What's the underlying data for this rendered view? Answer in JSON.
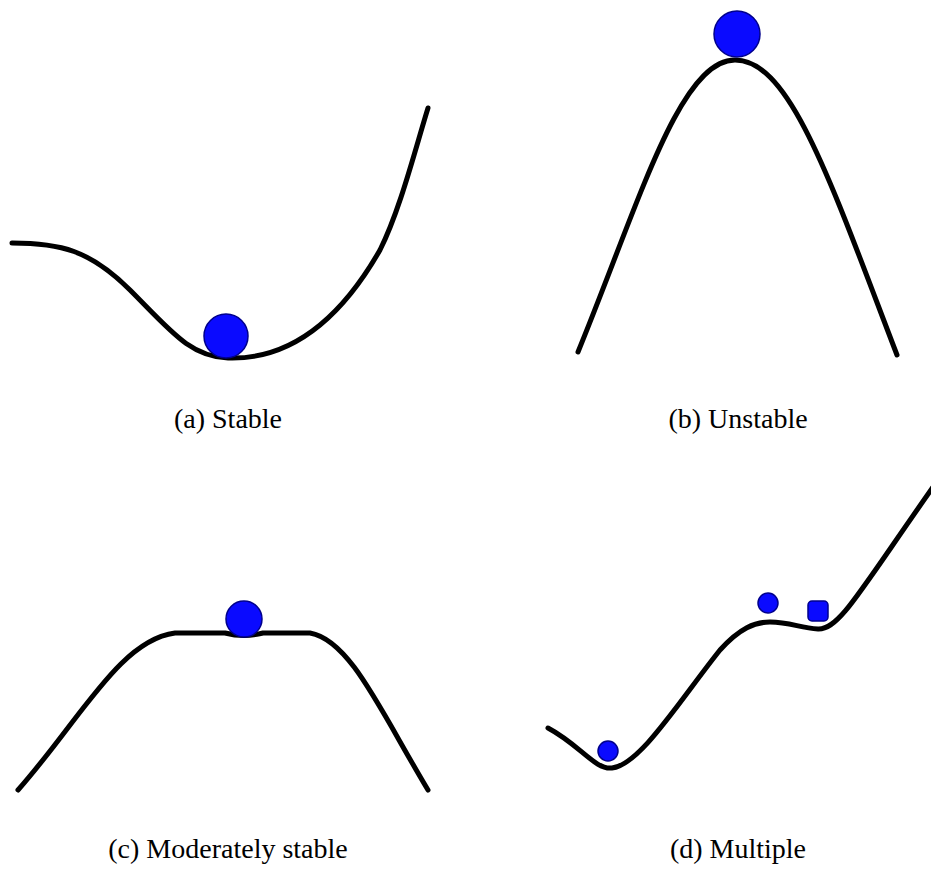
{
  "diagram": {
    "labels": [
      "(a) Stable",
      "(b) Unstable",
      "(c) Moderately stable",
      "(d) Multiple"
    ]
  }
}
